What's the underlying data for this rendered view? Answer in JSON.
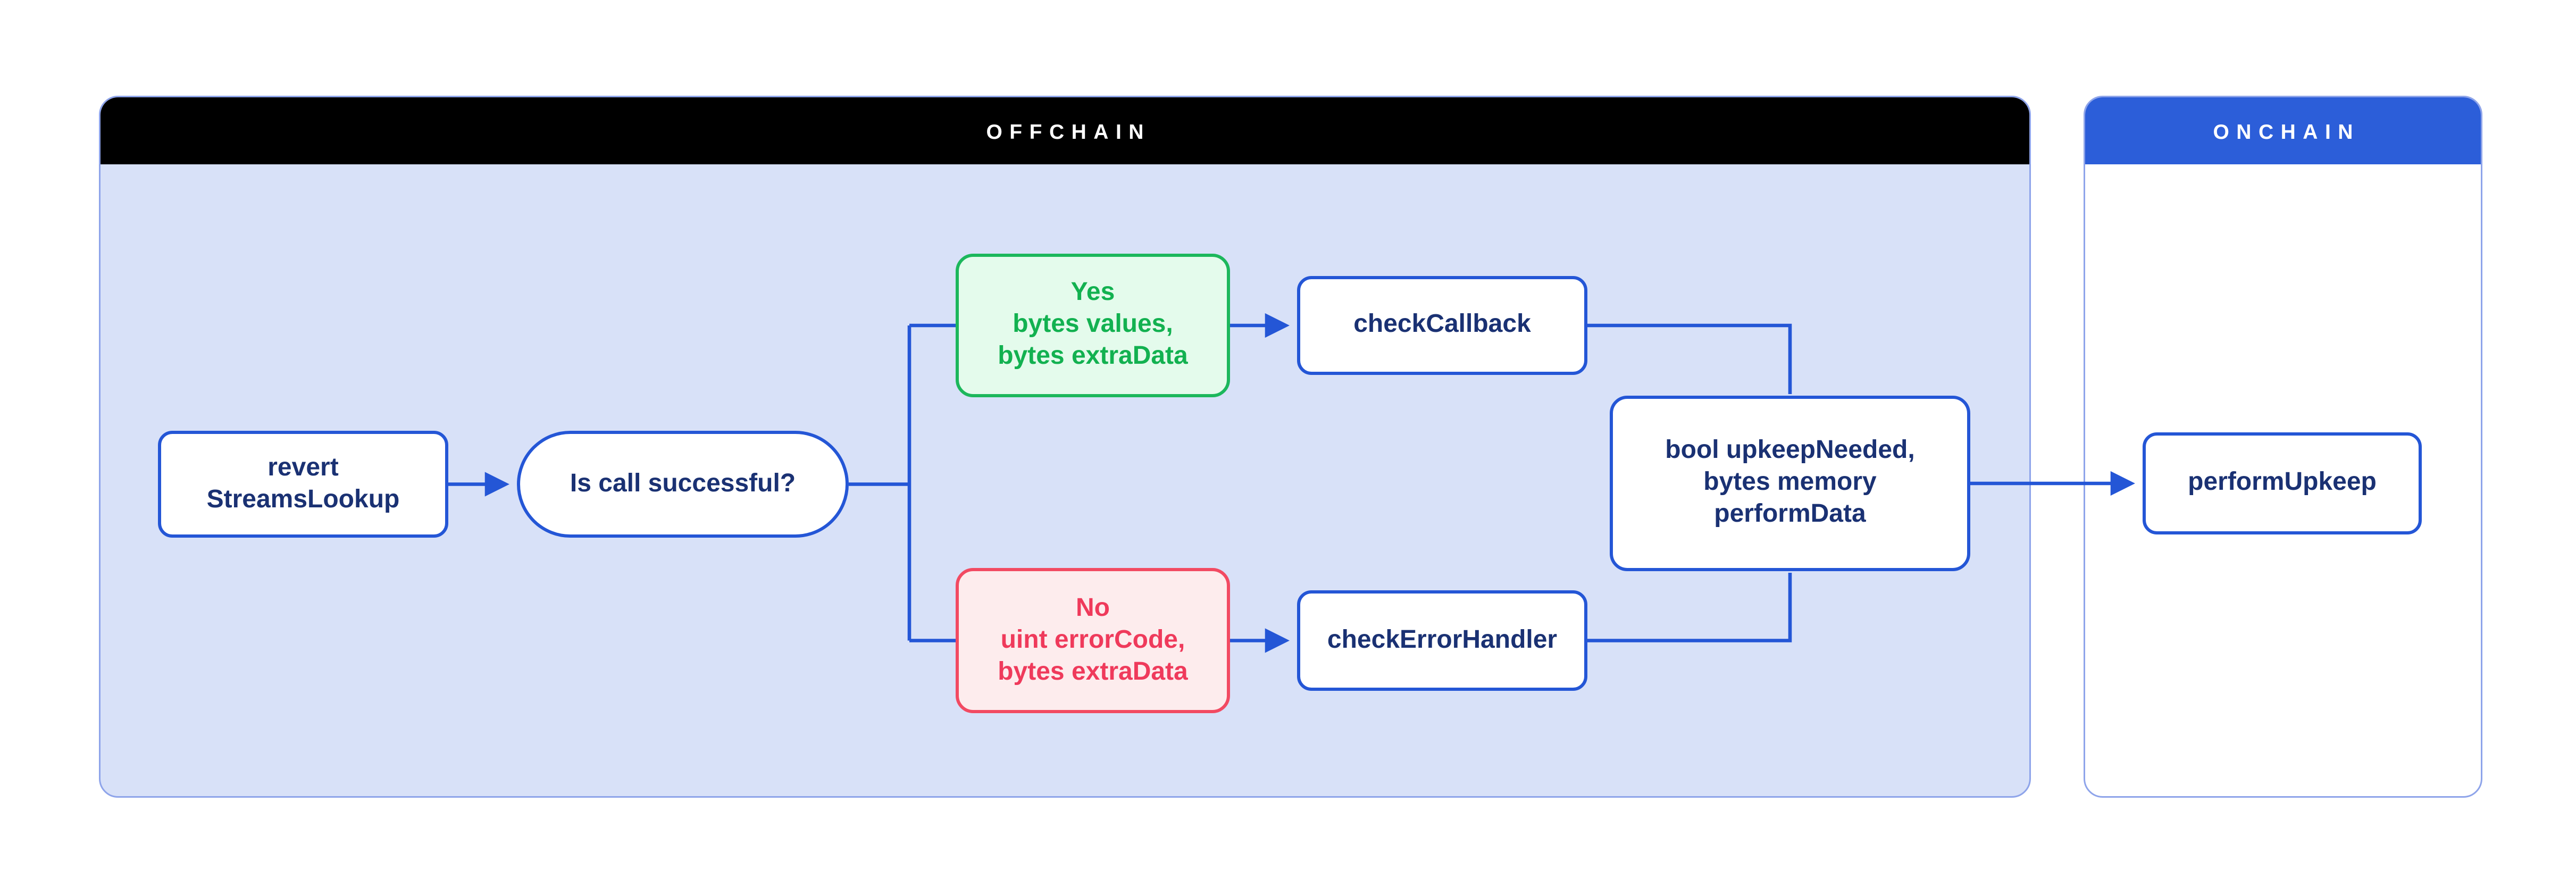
{
  "diagram": {
    "offchain": {
      "title": "OFFCHAIN"
    },
    "onchain": {
      "title": "ONCHAIN"
    },
    "nodes": {
      "revert": {
        "label": "revert\nStreamsLookup"
      },
      "question": {
        "label": "Is call successful?"
      },
      "yes_branch": {
        "label": "Yes\nbytes values,\nbytes extraData"
      },
      "no_branch": {
        "label": "No\nuint errorCode,\nbytes extraData"
      },
      "check_callback": {
        "label": "checkCallback"
      },
      "check_error_handler": {
        "label": "checkErrorHandler"
      },
      "result": {
        "label": "bool upkeepNeeded,\nbytes memory\nperformData"
      },
      "perform_upkeep": {
        "label": "performUpkeep"
      }
    },
    "colors": {
      "offchain_header": "#000000",
      "offchain_body": "#d8e1f8",
      "onchain_header": "#2c5ed9",
      "onchain_body": "#ffffff",
      "container_border": "#8ea4ea",
      "node_border": "#2456d6",
      "node_text": "#1a3173",
      "line": "#2456d6",
      "yes_border": "#1cb75c",
      "yes_fill": "#e4fbec",
      "yes_text": "#12b150",
      "no_border": "#f24a62",
      "no_fill": "#fdeced",
      "no_text": "#ef3a5b"
    }
  }
}
